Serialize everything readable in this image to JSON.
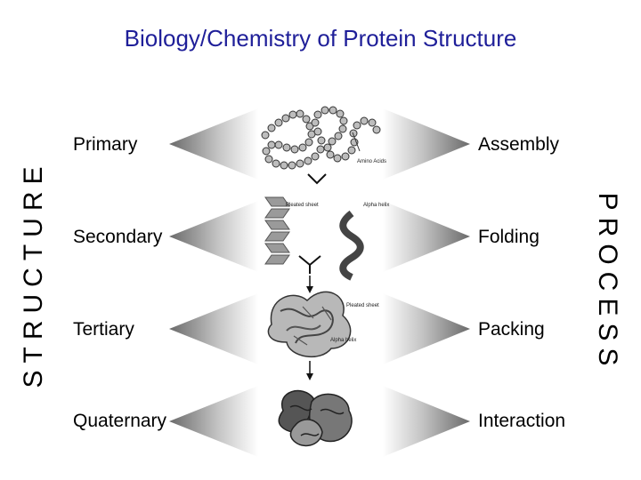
{
  "title": "Biology/Chemistry of Protein Structure",
  "left_axis_label": "STRUCTURE",
  "right_axis_label": "PROCESS",
  "levels": [
    {
      "structure": "Primary",
      "process": "Assembly",
      "annotations": [
        "Amino Acids"
      ]
    },
    {
      "structure": "Secondary",
      "process": "Folding",
      "annotations": [
        "Pleated sheet",
        "Alpha helix"
      ]
    },
    {
      "structure": "Tertiary",
      "process": "Packing",
      "annotations": [
        "Pleated sheet",
        "Alpha helix"
      ]
    },
    {
      "structure": "Quaternary",
      "process": "Interaction",
      "annotations": []
    }
  ]
}
